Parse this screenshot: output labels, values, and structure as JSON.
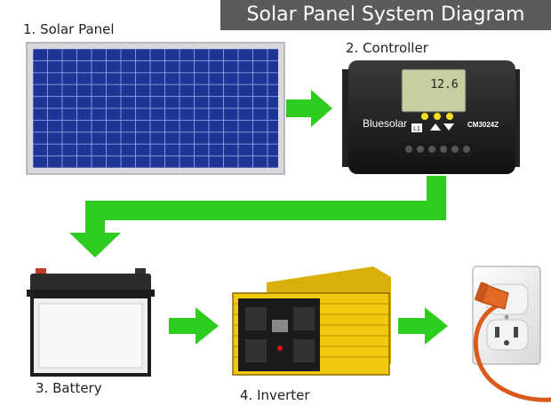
{
  "title": "Solar Panel System Diagram",
  "components": [
    {
      "label": "1. Solar Panel"
    },
    {
      "label": "2. Controller"
    },
    {
      "label": "3. Battery"
    },
    {
      "label": "4. Inverter"
    }
  ],
  "controller": {
    "display_value": "12.6",
    "brand": "Bluesolar",
    "model": "CM3024Z",
    "button_label": "L1"
  },
  "colors": {
    "arrow": "#2ecc1e",
    "title_bg": "#5b5b5b",
    "panel_blue": "#1d2f8e",
    "inverter_yellow": "#f2c80f",
    "cord_orange": "#d95b1a"
  }
}
